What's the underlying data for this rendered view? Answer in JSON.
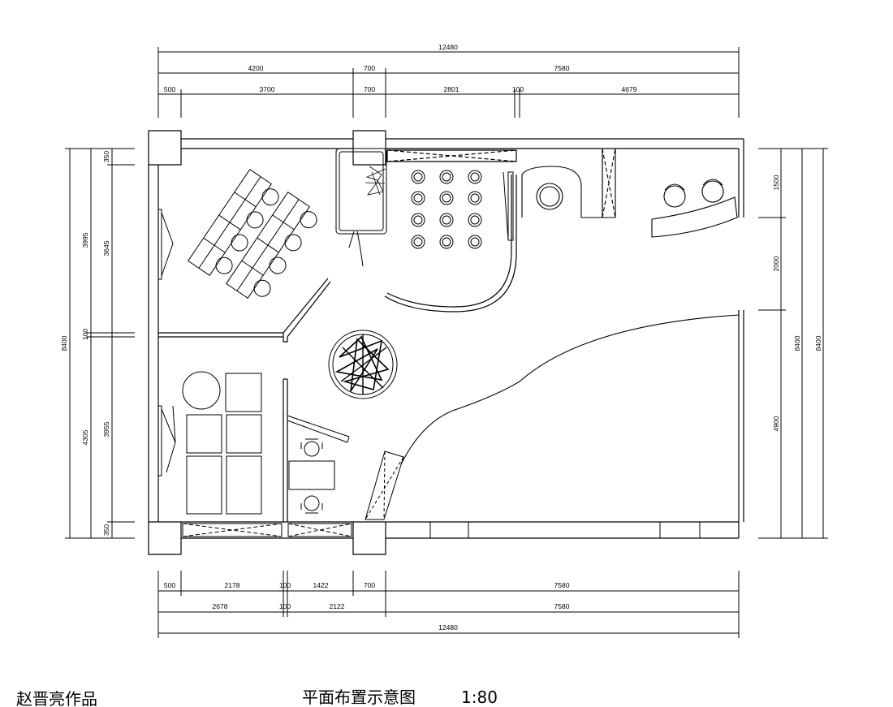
{
  "drawing": {
    "title": "平面布置示意图",
    "scale": "1:80",
    "author": "赵晋亮作品"
  },
  "dimensions": {
    "top": {
      "overall": "12480",
      "row2": [
        "4200",
        "700",
        "7580"
      ],
      "row3": [
        "500",
        "3700",
        "700",
        "2801",
        "100",
        "4679"
      ]
    },
    "bottom": {
      "row1": [
        "500",
        "2178",
        "100",
        "1422",
        "700",
        "7580"
      ],
      "row2": [
        "2678",
        "100",
        "2122",
        "7580"
      ],
      "overall": "12480"
    },
    "left": {
      "outer": "8400",
      "mid": [
        "3995",
        "100",
        "4305"
      ],
      "inner": [
        "350",
        "3645",
        "3955",
        "350"
      ]
    },
    "right": {
      "inner": [
        "1500",
        "2000",
        "4900"
      ],
      "mid": "8400",
      "outer": "8400"
    }
  }
}
